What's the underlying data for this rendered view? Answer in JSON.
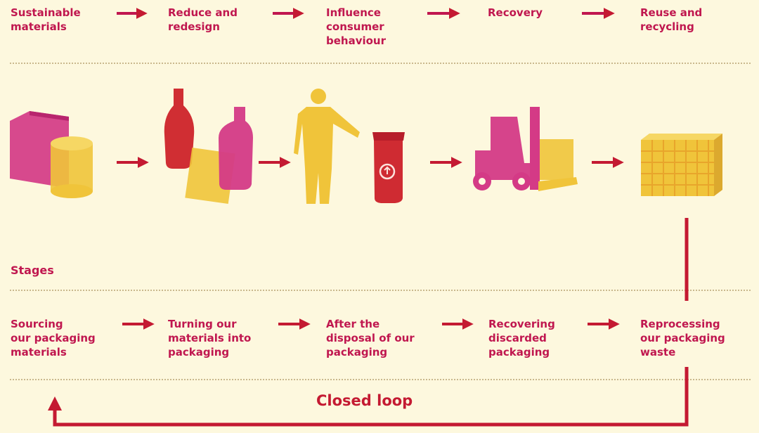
{
  "header_stages": [
    "Sustainable\nmaterials",
    "Reduce and\nredesign",
    "Influence\nconsumer\nbehaviour",
    "Recovery",
    "Reuse and\nrecycling"
  ],
  "stages_label": "Stages",
  "stage_descriptions": [
    "Sourcing\nour packaging\nmaterials",
    "Turning our\nmaterials into\npackaging",
    "After the\ndisposal of our\npackaging",
    "Recovering\ndiscarded\npackaging",
    "Reprocessing\nour packaging\nwaste"
  ],
  "loop_label": "Closed loop",
  "colors": {
    "magenta": "#c0174f",
    "red": "#c8212f",
    "pink": "#d43a86",
    "yellow": "#f0c43a",
    "background": "#fdf8de"
  },
  "icons": [
    "materials-icon",
    "bottles-icon",
    "person-recycle-bin-icon",
    "forklift-icon",
    "recycled-block-icon"
  ]
}
